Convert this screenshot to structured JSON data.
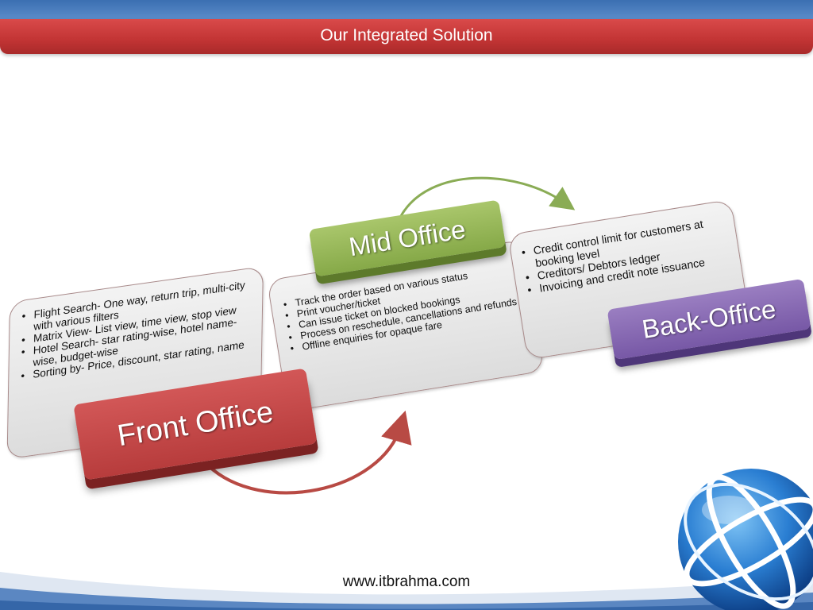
{
  "header": {
    "title": "Our Integrated Solution"
  },
  "front_office": {
    "label": "Front Office",
    "bullets": [
      "Flight Search- One way, return trip, multi-city with various filters",
      "Matrix View- List view, time view, stop view",
      "Hotel Search-  star rating-wise, hotel name-wise, budget-wise",
      "Sorting by- Price, discount, star rating, name"
    ]
  },
  "mid_office": {
    "label": "Mid Office",
    "bullets": [
      "Track the order based on various status",
      "Print voucher/ticket",
      "Can issue ticket on blocked bookings",
      "Process on reschedule, cancellations and refunds",
      "Offline enquiries for opaque fare"
    ]
  },
  "back_office": {
    "label": "Back-Office",
    "bullets": [
      "Credit control limit for customers at booking level",
      "Creditors/ Debtors ledger",
      "Invoicing and credit note issuance"
    ]
  },
  "footer": {
    "url": "www.itbrahma.com"
  },
  "colors": {
    "title_bar": "#c23434",
    "front_office": "#b73c3c",
    "mid_office": "#86a948",
    "back_office": "#7758a6",
    "arrow_red": "#b84a44",
    "arrow_green": "#8aac55"
  },
  "icons": {
    "globe": "globe-icon"
  }
}
